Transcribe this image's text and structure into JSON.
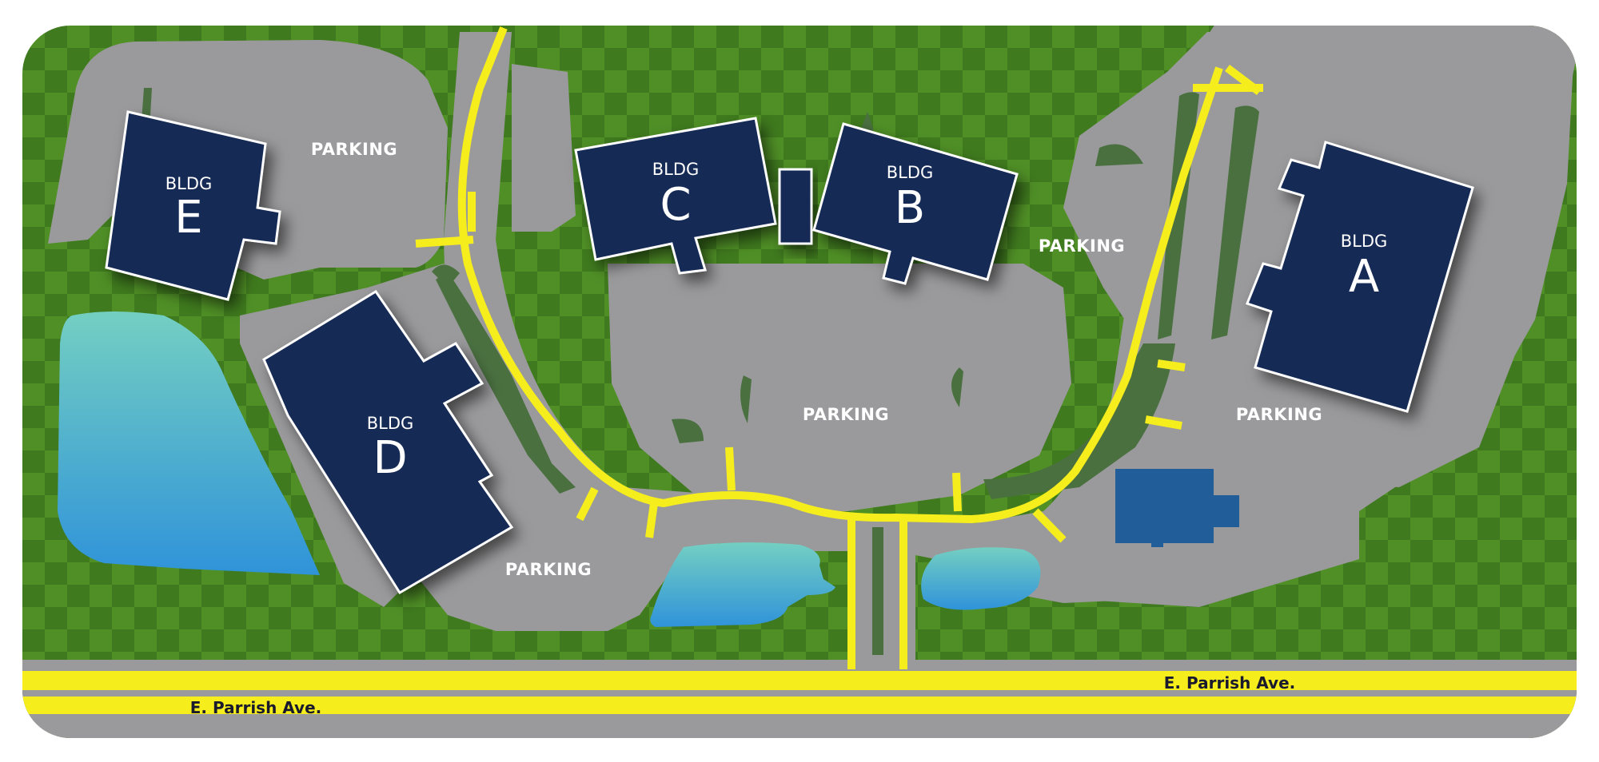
{
  "colors": {
    "grass_dark": "#3f7a1e",
    "grass_light": "#4f8f26",
    "pavement": "#9a9a9c",
    "road_line": "#f6ee1c",
    "building": "#152a56",
    "outbuilding": "#215d98",
    "water_top": "#74cfc2",
    "water_bottom": "#2f93d9",
    "island": "#4a7040"
  },
  "buildings": [
    {
      "id": "A",
      "prefix": "BLDG",
      "letter": "A"
    },
    {
      "id": "B",
      "prefix": "BLDG",
      "letter": "B"
    },
    {
      "id": "C",
      "prefix": "BLDG",
      "letter": "C"
    },
    {
      "id": "D",
      "prefix": "BLDG",
      "letter": "D"
    },
    {
      "id": "E",
      "prefix": "BLDG",
      "letter": "E"
    }
  ],
  "parking_label": "PARKING",
  "streets": {
    "upper": "E. Parrish Ave.",
    "lower": "E. Parrish Ave."
  }
}
